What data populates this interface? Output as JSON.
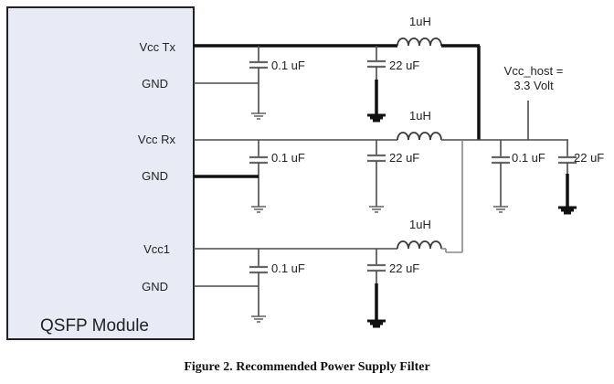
{
  "module": {
    "title": "QSFP Module",
    "pins": [
      "Vcc Tx",
      "GND",
      "Vcc Rx",
      "GND",
      "Vcc1",
      "GND"
    ]
  },
  "components": {
    "inductor_label": "1uH",
    "cap_small_label": "0.1 uF",
    "cap_large_label": "22  uF",
    "cap_host_small_label": "0.1 uF",
    "cap_host_large_label": "22 uF"
  },
  "host": {
    "label_line1": "Vcc_host =",
    "label_line2": "3.3 Volt"
  },
  "caption": "Figure 2. Recommended Power Supply Filter"
}
